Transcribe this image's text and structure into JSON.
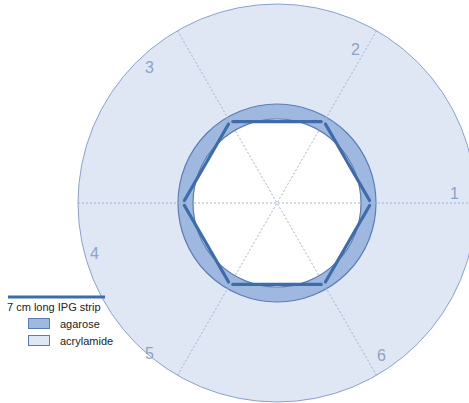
{
  "diagram": {
    "labels": [
      "1",
      "2",
      "3",
      "4",
      "5",
      "6"
    ],
    "legend": [
      {
        "text": "7 cm long IPG strip"
      },
      {
        "text": "agarose",
        "color": "#9fb8e0"
      },
      {
        "text": "acrylamide",
        "color": "#dfe7f5"
      }
    ]
  }
}
